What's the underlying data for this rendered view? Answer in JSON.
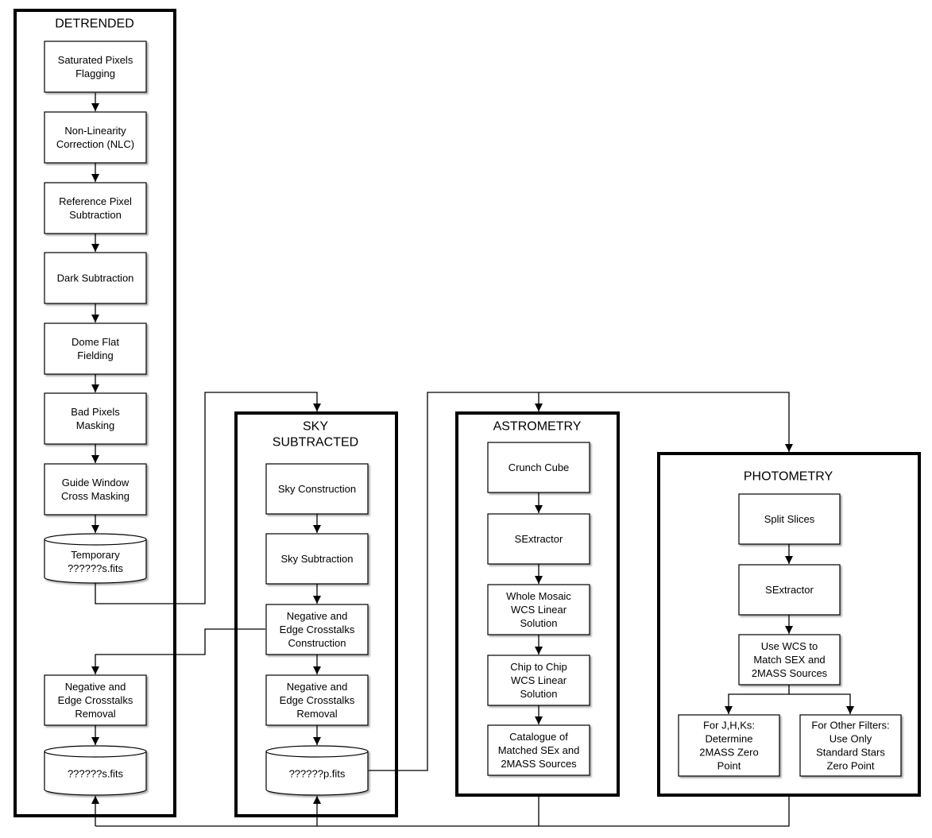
{
  "panels": {
    "detrended": {
      "title": [
        "DETRENDED"
      ],
      "steps": [
        [
          "Saturated Pixels",
          "Flagging"
        ],
        [
          "Non-Linearity",
          "Correction (NLC)"
        ],
        [
          "Reference Pixel",
          "Subtraction"
        ],
        [
          "Dark Subtraction"
        ],
        [
          "Dome Flat",
          "Fielding"
        ],
        [
          "Bad Pixels",
          "Masking"
        ],
        [
          "Guide Window",
          "Cross Masking"
        ]
      ],
      "temp_file": [
        "Temporary",
        "??????s.fits"
      ],
      "removal": [
        "Negative and",
        "Edge Crosstalks",
        "Removal"
      ],
      "out_file": [
        "??????s.fits"
      ]
    },
    "sky_subtracted": {
      "title": [
        "SKY",
        "SUBTRACTED"
      ],
      "steps": [
        [
          "Sky Construction"
        ],
        [
          "Sky Subtraction"
        ],
        [
          "Negative and",
          "Edge Crosstalks",
          "Construction"
        ],
        [
          "Negative and",
          "Edge Crosstalks",
          "Removal"
        ]
      ],
      "out_file": [
        "??????p.fits"
      ]
    },
    "astrometry": {
      "title": [
        "ASTROMETRY"
      ],
      "steps": [
        [
          "Crunch Cube"
        ],
        [
          "SExtractor"
        ],
        [
          "Whole Mosaic",
          "WCS Linear",
          "Solution"
        ],
        [
          "Chip to Chip",
          "WCS Linear",
          "Solution"
        ],
        [
          "Catalogue of",
          "Matched SEx and",
          "2MASS Sources"
        ]
      ]
    },
    "photometry": {
      "title": [
        "PHOTOMETRY"
      ],
      "steps": [
        [
          "Split Slices"
        ],
        [
          "SExtractor"
        ],
        [
          "Use WCS to",
          "Match SEX and",
          "2MASS Sources"
        ]
      ],
      "branches": [
        [
          "For J,H,Ks:",
          "Determine",
          "2MASS Zero",
          "Point"
        ],
        [
          "For Other Filters:",
          "Use Only",
          "Standard Stars",
          "Zero Point"
        ]
      ]
    }
  }
}
